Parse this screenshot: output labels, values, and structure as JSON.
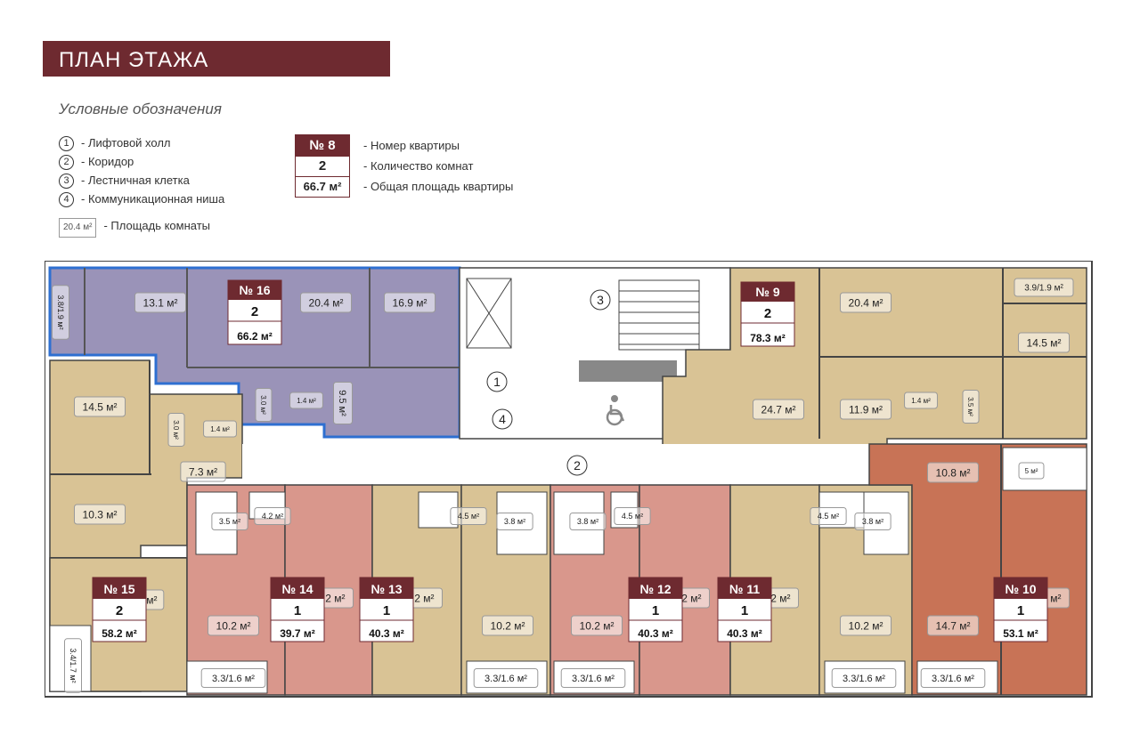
{
  "title": "ПЛАН ЭТАЖА",
  "legend": {
    "heading": "Условные обозначения",
    "items": [
      {
        "num": "1",
        "label": "- Лифтовой холл"
      },
      {
        "num": "2",
        "label": "- Коридор"
      },
      {
        "num": "3",
        "label": "- Лестничная клетка"
      },
      {
        "num": "4",
        "label": "- Коммуникационная ниша"
      }
    ],
    "area_chip": "20.4 м²",
    "area_label": "- Площадь комнаты",
    "sample": {
      "number": "№ 8",
      "rooms": "2",
      "area": "66.7 м²"
    },
    "sample_desc": [
      "- Номер квартиры",
      "- Количество комнат",
      "- Общая площадь квартиры"
    ]
  },
  "plan": {
    "zones": [
      "1",
      "2",
      "3",
      "4"
    ],
    "apartments": [
      {
        "number": "№ 16",
        "rooms": "2",
        "area": "66.2 м²"
      },
      {
        "number": "№ 9",
        "rooms": "2",
        "area": "78.3 м²"
      },
      {
        "number": "№ 15",
        "rooms": "2",
        "area": "58.2 м²"
      },
      {
        "number": "№ 14",
        "rooms": "1",
        "area": "39.7 м²"
      },
      {
        "number": "№ 13",
        "rooms": "1",
        "area": "40.3 м²"
      },
      {
        "number": "№ 12",
        "rooms": "1",
        "area": "40.3 м²"
      },
      {
        "number": "№ 11",
        "rooms": "1",
        "area": "40.3 м²"
      },
      {
        "number": "№ 10",
        "rooms": "1",
        "area": "53.1 м²"
      }
    ],
    "room_areas": [
      "3.8/1.9 м²",
      "13.1 м²",
      "20.4 м²",
      "16.9 м²",
      "9.5 м²",
      "3.0 м²",
      "1.4 м²",
      "14.5 м²",
      "3.0 м²",
      "1.4 м²",
      "7.3 м²",
      "10.3 м²",
      "20 м²",
      "3.4/1.7 м²",
      "3.5 м²",
      "4.2 м²",
      "10.2 м²",
      "3.3/1.6 м²",
      "20.2 м²",
      "20.2 м²",
      "4.5 м²",
      "3.8 м²",
      "10.2 м²",
      "3.3/1.6 м²",
      "3.8 м²",
      "4.5 м²",
      "10.2 м²",
      "3.3/1.6 м²",
      "20.2 м²",
      "20.2 м²",
      "4.5 м²",
      "3.8 м²",
      "10.2 м²",
      "3.3/1.6 м²",
      "3.3/1.6 м²",
      "14.7 м²",
      "21.0 м²",
      "10.8 м²",
      "5 м²",
      "20.4 м²",
      "24.7 м²",
      "11.9 м²",
      "3.9/1.9 м²",
      "14.5 м²",
      "1.4 м²",
      "3.5 м²"
    ]
  },
  "colors": {
    "brand": "#6e2a30",
    "apt16": "#9a93b8",
    "apt16_border": "#2e6fd1",
    "beige": "#d9c395",
    "pink": "#d9978c",
    "terracotta": "#c87356",
    "wall": "#444444"
  }
}
